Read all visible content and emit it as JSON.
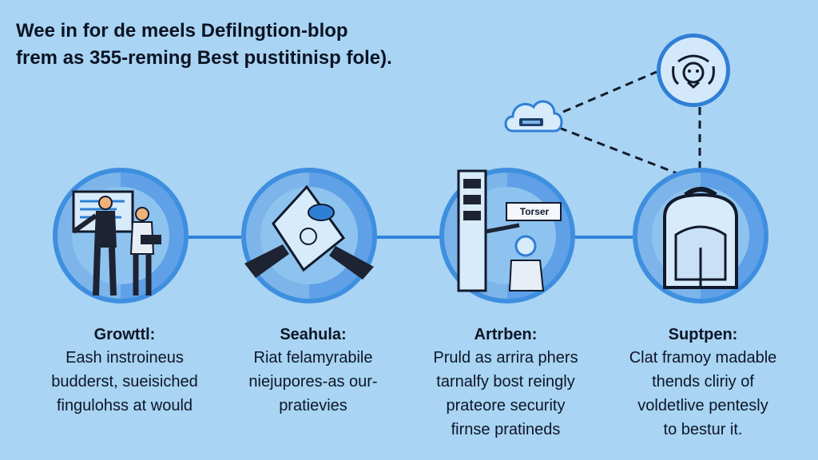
{
  "headline": {
    "line1": "Wee in for de meels Defilngtion-blop",
    "line2": "frem as 355-reming Best pustitinisp fole)."
  },
  "steps": [
    {
      "title": "Growttl:",
      "lines": [
        "Eash instroineus",
        "budderst, sueisiched",
        "fingulohss at would"
      ]
    },
    {
      "title": "Seahula:",
      "lines": [
        "Riat felamyrabile",
        "niejupores-as our-",
        "pratievies"
      ]
    },
    {
      "title": "Artrben:",
      "lines": [
        "Pruld as arrira phers",
        "tarnalfy bost reingly",
        "prateore security",
        "firnse pratineds"
      ],
      "sign": "Torser"
    },
    {
      "title": "Suptpen:",
      "lines": [
        "Clat framoy madable",
        "thends cliriy of",
        "voldetlive pentesly",
        "to bestur it."
      ]
    }
  ],
  "colors": {
    "background": "#a9d4f3",
    "accent": "#2f82d9",
    "circle_fill": "#7db5ea",
    "ink": "#111a2b"
  },
  "icons": [
    "presenters-icon",
    "handshake-document-icon",
    "server-person-icon",
    "backpack-icon",
    "cloud-icon",
    "network-node-icon"
  ]
}
